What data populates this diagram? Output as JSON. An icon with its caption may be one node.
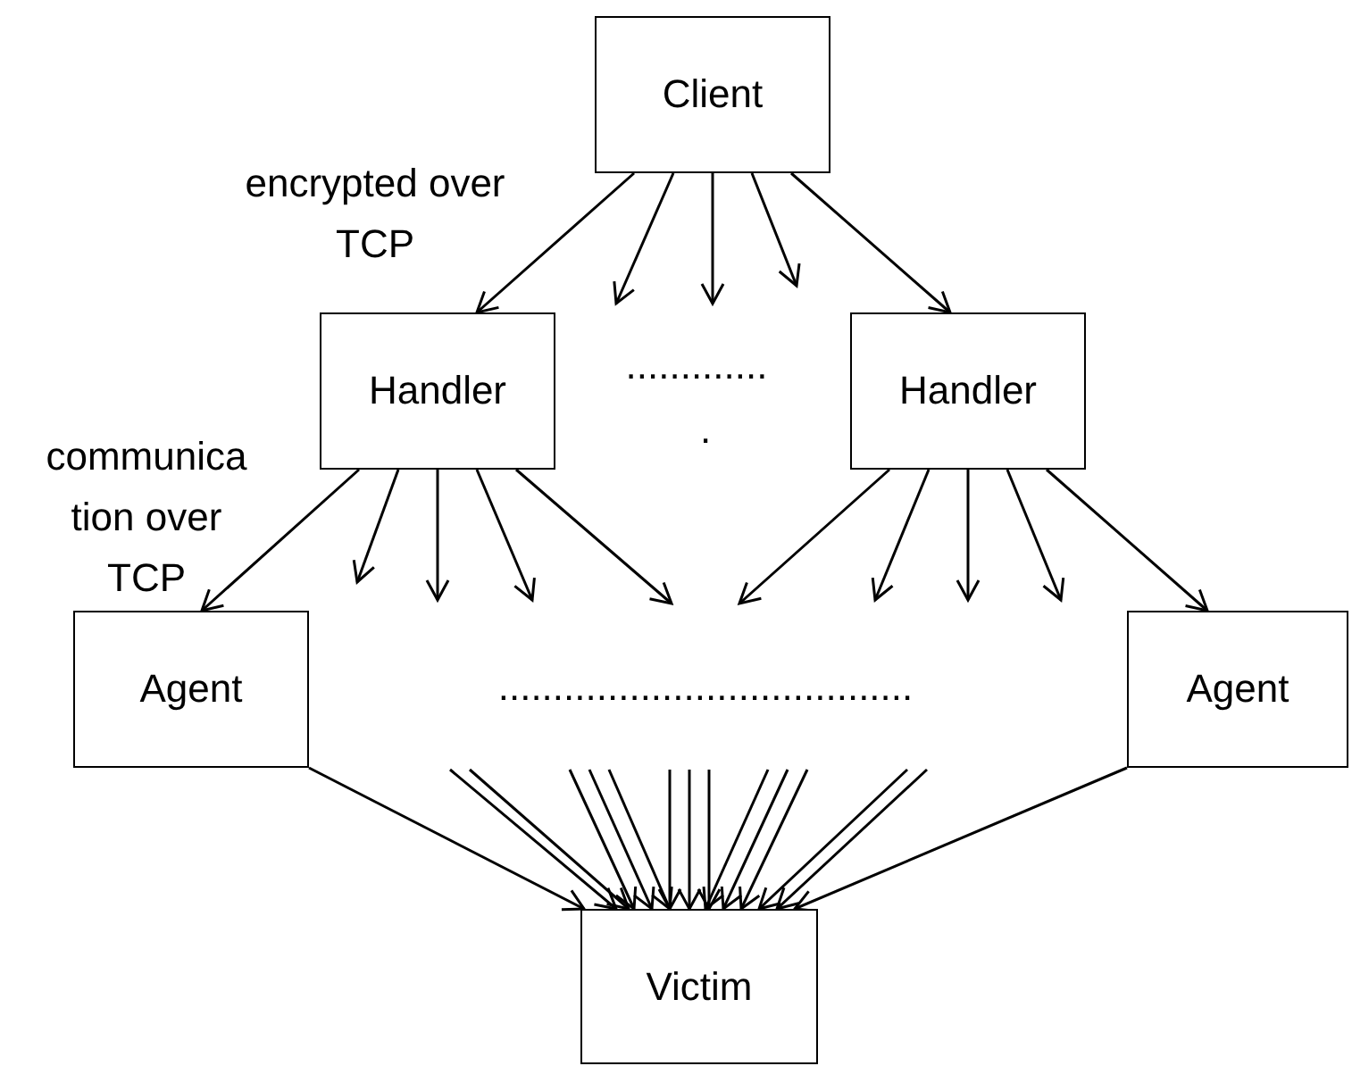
{
  "diagram": {
    "nodes": [
      {
        "text": [
          "Client"
        ]
      },
      {
        "text": [
          "Handler"
        ]
      },
      {
        "text": [
          "Handler"
        ]
      },
      {
        "text": [
          "Agent"
        ]
      },
      {
        "text": [
          "Agent"
        ]
      },
      {
        "text": [
          "Victim"
        ]
      }
    ],
    "edges": [
      {
        "from": 0,
        "to": 1,
        "arrow": "to"
      },
      {
        "from": 0,
        "to": null,
        "arrow": "to"
      },
      {
        "from": 0,
        "to": null,
        "arrow": "to"
      },
      {
        "from": 0,
        "to": null,
        "arrow": "to"
      },
      {
        "from": 0,
        "to": 2,
        "arrow": "to"
      },
      {
        "from": 1,
        "to": 3,
        "arrow": "to"
      },
      {
        "from": 1,
        "to": null,
        "arrow": "to"
      },
      {
        "from": 1,
        "to": null,
        "arrow": "to"
      },
      {
        "from": 1,
        "to": null,
        "arrow": "to"
      },
      {
        "from": 1,
        "to": null,
        "arrow": "to"
      },
      {
        "from": 2,
        "to": null,
        "arrow": "to"
      },
      {
        "from": 2,
        "to": null,
        "arrow": "to"
      },
      {
        "from": 2,
        "to": null,
        "arrow": "to"
      },
      {
        "from": 2,
        "to": null,
        "arrow": "to"
      },
      {
        "from": 2,
        "to": 4,
        "arrow": "to"
      },
      {
        "from": 3,
        "to": 5,
        "arrow": "to"
      },
      {
        "from": null,
        "to": 5,
        "arrow": "to"
      },
      {
        "from": null,
        "to": 5,
        "arrow": "to"
      },
      {
        "from": null,
        "to": 5,
        "arrow": "to"
      },
      {
        "from": null,
        "to": 5,
        "arrow": "to"
      },
      {
        "from": null,
        "to": 5,
        "arrow": "to"
      },
      {
        "from": null,
        "to": 5,
        "arrow": "to"
      },
      {
        "from": null,
        "to": 5,
        "arrow": "to"
      },
      {
        "from": null,
        "to": 5,
        "arrow": "to"
      },
      {
        "from": null,
        "to": 5,
        "arrow": "to"
      },
      {
        "from": null,
        "to": 5,
        "arrow": "to"
      },
      {
        "from": null,
        "to": 5,
        "arrow": "to"
      },
      {
        "from": null,
        "to": 5,
        "arrow": "to"
      },
      {
        "from": null,
        "to": 5,
        "arrow": "to"
      },
      {
        "from": 4,
        "to": 5,
        "arrow": "to"
      }
    ],
    "labels": [
      "encrypted over TCP",
      "communica tion over TCP",
      ".............",
      ".",
      "......................................"
    ]
  }
}
